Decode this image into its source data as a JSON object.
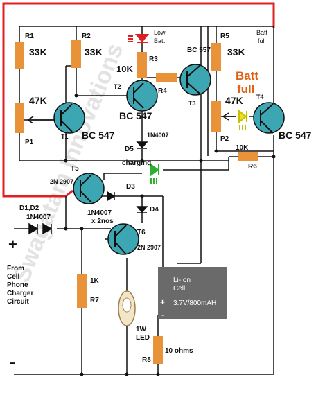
{
  "watermark": "Swagatam Innovations",
  "resistors": {
    "r1": {
      "ref": "R1",
      "value": "33K"
    },
    "p1": {
      "ref": "P1",
      "value": "47K"
    },
    "r2": {
      "ref": "R2",
      "value": "33K"
    },
    "r3": {
      "ref": "R3",
      "value": "10K"
    },
    "r4": {
      "ref": "R4"
    },
    "r5": {
      "ref": "R5",
      "value": "33K"
    },
    "p2": {
      "ref": "P2",
      "value": "47K"
    },
    "r6": {
      "ref": "R6",
      "value": "10K"
    },
    "r7": {
      "ref": "R7",
      "value": "1K"
    },
    "r8": {
      "ref": "R8",
      "value": "10 ohms"
    }
  },
  "transistors": {
    "t1": {
      "ref": "T1",
      "type": "BC 547"
    },
    "t2": {
      "ref": "T2",
      "type": "BC 547"
    },
    "t3": {
      "ref": "T3",
      "type": "BC 557"
    },
    "t4": {
      "ref": "T4",
      "type": "BC 547"
    },
    "t5": {
      "ref": "T5",
      "type": "2N 2907"
    },
    "t6": {
      "ref": "T6",
      "type": "2N 2907"
    }
  },
  "diodes": {
    "d5": {
      "ref": "D5",
      "type": "1N4007"
    },
    "d3": {
      "ref": "D3"
    },
    "d4": {
      "ref": "D4",
      "type": "1N4007",
      "note": "x 2nos"
    },
    "d12": {
      "ref": "D1,D2",
      "type": "1N4007"
    }
  },
  "leds": {
    "low": {
      "label_1": "Low",
      "label_2": "Batt",
      "color": "#e02020"
    },
    "full": {
      "label_1": "Batt",
      "label_2": "full",
      "color": "#e8e020"
    },
    "charging": {
      "label": "charging",
      "color": "#30b030"
    },
    "power": {
      "label_1": "1W",
      "label_2": "LED"
    }
  },
  "annotation": {
    "line_1": "Batt",
    "line_2": "full",
    "color": "#e06010"
  },
  "battery": {
    "line_1": "Li-Ion",
    "line_2": "Cell",
    "rating": "3.7V/800mAH",
    "plus": "+",
    "minus": "-"
  },
  "source": {
    "plus": "+",
    "minus": "-",
    "lines": [
      "From",
      "Cell",
      "Phone",
      "Charger",
      "Circuit"
    ]
  },
  "colors": {
    "resistor": "#e8923a",
    "transistor": "#3da6b3",
    "feedback_wire": "#e02020"
  }
}
